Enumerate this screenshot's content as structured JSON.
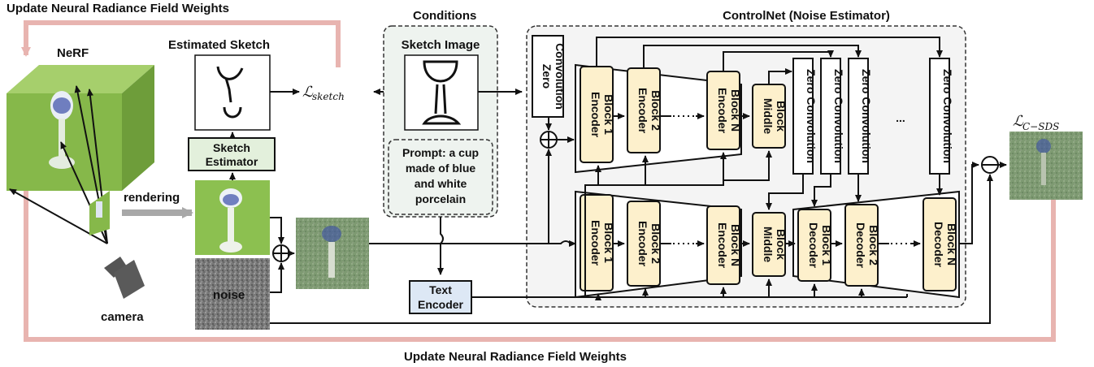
{
  "titles": {
    "update_top": "Update Neural Radiance Field Weights",
    "update_bottom": "Update Neural Radiance Field Weights",
    "nerf": "NeRF",
    "estimated_sketch": "Estimated Sketch",
    "conditions": "Conditions",
    "controlnet": "ControlNet (Noise Estimator)",
    "sketch_image": "Sketch Image"
  },
  "labels": {
    "rendering": "rendering",
    "camera": "camera",
    "noise": "noise",
    "sketch_estimator_1": "Sketch",
    "sketch_estimator_2": "Estimator",
    "text_encoder_1": "Text",
    "text_encoder_2": "Encoder",
    "prompt_1": "Prompt: a cup",
    "prompt_2": "made of blue",
    "prompt_3": "and white",
    "prompt_4": "porcelain",
    "zero_conv_1": "Zero",
    "zero_conv_2": "Convolution",
    "zero_convolution": "Zero Convolution",
    "ellipsis": "...",
    "loss_sketch_main": "ℒ",
    "loss_sketch_sub": "sketch",
    "loss_csds_main": "ℒ",
    "loss_csds_sub": "C−SDS"
  },
  "blocks": {
    "enc1_a": "Encoder",
    "enc1_b": "Block 1",
    "enc2_a": "Encoder",
    "enc2_b": "Block 2",
    "encN_a": "Encoder",
    "encN_b": "Block N",
    "mid_a": "Middle",
    "mid_b": "Block",
    "dec1_a": "Decoder",
    "dec1_b": "Block 1",
    "dec2_a": "Decoder",
    "dec2_b": "Block 2",
    "decN_a": "Decoder",
    "decN_b": "Block N"
  },
  "colors": {
    "update_arrow": "#e8b4b0",
    "block_fill": "#fdf0cc",
    "sketch_estimator_fill": "#e3f0dc",
    "text_encoder_fill": "#dde8f5",
    "conditions_fill": "#eef3ef",
    "controlnet_fill": "#f4f4f4",
    "nerf_green": "#86b84a",
    "noise_gray": "#7a7a7a"
  }
}
